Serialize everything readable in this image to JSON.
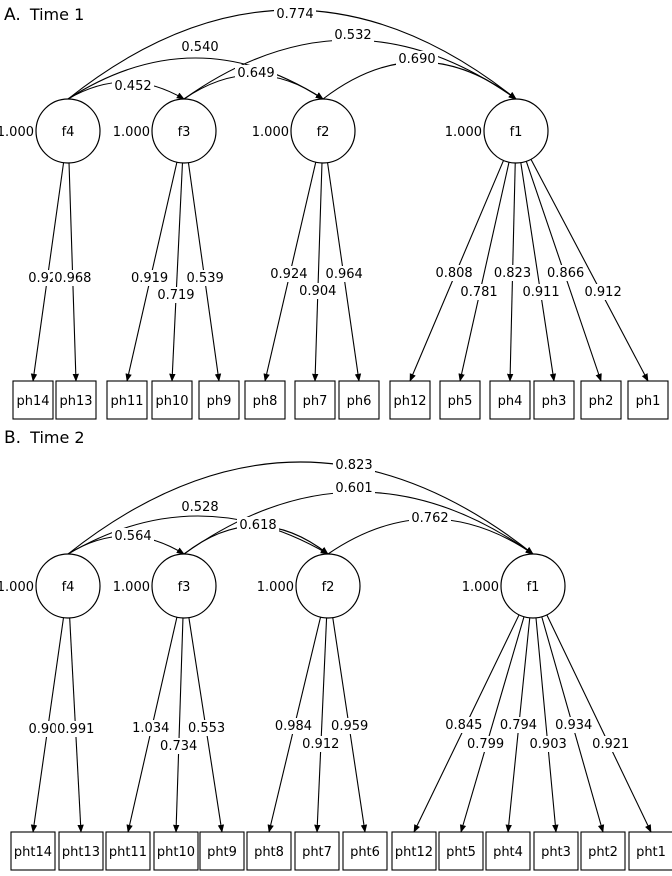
{
  "panels": [
    {
      "letter": "A.",
      "title": "Time 1",
      "latents": [
        {
          "id": "f4",
          "label": "f4",
          "variance": "1.000"
        },
        {
          "id": "f3",
          "label": "f3",
          "variance": "1.000"
        },
        {
          "id": "f2",
          "label": "f2",
          "variance": "1.000"
        },
        {
          "id": "f1",
          "label": "f1",
          "variance": "1.000"
        }
      ],
      "indicators": [
        "ph14",
        "ph13",
        "ph11",
        "ph10",
        "ph9",
        "ph8",
        "ph7",
        "ph6",
        "ph12",
        "ph5",
        "ph4",
        "ph3",
        "ph2",
        "ph1"
      ],
      "loadings": [
        {
          "from": "f4",
          "to": "ph14",
          "value": "0.920"
        },
        {
          "from": "f4",
          "to": "ph13",
          "value": "0.968"
        },
        {
          "from": "f3",
          "to": "ph11",
          "value": "0.919"
        },
        {
          "from": "f3",
          "to": "ph10",
          "value": "0.719"
        },
        {
          "from": "f3",
          "to": "ph9",
          "value": "0.539"
        },
        {
          "from": "f2",
          "to": "ph8",
          "value": "0.924"
        },
        {
          "from": "f2",
          "to": "ph7",
          "value": "0.904"
        },
        {
          "from": "f2",
          "to": "ph6",
          "value": "0.964"
        },
        {
          "from": "f1",
          "to": "ph12",
          "value": "0.808"
        },
        {
          "from": "f1",
          "to": "ph5",
          "value": "0.781"
        },
        {
          "from": "f1",
          "to": "ph4",
          "value": "0.823"
        },
        {
          "from": "f1",
          "to": "ph3",
          "value": "0.911"
        },
        {
          "from": "f1",
          "to": "ph2",
          "value": "0.866"
        },
        {
          "from": "f1",
          "to": "ph1",
          "value": "0.912"
        }
      ],
      "correlations": [
        {
          "a": "f4",
          "b": "f1",
          "value": "0.774"
        },
        {
          "a": "f3",
          "b": "f1",
          "value": "0.532"
        },
        {
          "a": "f4",
          "b": "f2",
          "value": "0.540"
        },
        {
          "a": "f2",
          "b": "f1",
          "value": "0.690"
        },
        {
          "a": "f3",
          "b": "f2",
          "value": "0.649"
        },
        {
          "a": "f4",
          "b": "f3",
          "value": "0.452"
        }
      ]
    },
    {
      "letter": "B.",
      "title": "Time 2",
      "latents": [
        {
          "id": "f4",
          "label": "f4",
          "variance": "1.000"
        },
        {
          "id": "f3",
          "label": "f3",
          "variance": "1.000"
        },
        {
          "id": "f2",
          "label": "f2",
          "variance": "1.000"
        },
        {
          "id": "f1",
          "label": "f1",
          "variance": "1.000"
        }
      ],
      "indicators": [
        "pht14",
        "pht13",
        "pht11",
        "pht10",
        "pht9",
        "pht8",
        "pht7",
        "pht6",
        "pht12",
        "pht5",
        "pht4",
        "pht3",
        "pht2",
        "pht1"
      ],
      "loadings": [
        {
          "from": "f4",
          "to": "pht14",
          "value": "0.900"
        },
        {
          "from": "f4",
          "to": "pht13",
          "value": "0.991"
        },
        {
          "from": "f3",
          "to": "pht11",
          "value": "1.034"
        },
        {
          "from": "f3",
          "to": "pht10",
          "value": "0.734"
        },
        {
          "from": "f3",
          "to": "pht9",
          "value": "0.553"
        },
        {
          "from": "f2",
          "to": "pht8",
          "value": "0.984"
        },
        {
          "from": "f2",
          "to": "pht7",
          "value": "0.912"
        },
        {
          "from": "f2",
          "to": "pht6",
          "value": "0.959"
        },
        {
          "from": "f1",
          "to": "pht12",
          "value": "0.845"
        },
        {
          "from": "f1",
          "to": "pht5",
          "value": "0.799"
        },
        {
          "from": "f1",
          "to": "pht4",
          "value": "0.794"
        },
        {
          "from": "f1",
          "to": "pht3",
          "value": "0.903"
        },
        {
          "from": "f1",
          "to": "pht2",
          "value": "0.934"
        },
        {
          "from": "f1",
          "to": "pht1",
          "value": "0.921"
        }
      ],
      "correlations": [
        {
          "a": "f4",
          "b": "f1",
          "value": "0.823"
        },
        {
          "a": "f3",
          "b": "f1",
          "value": "0.601"
        },
        {
          "a": "f4",
          "b": "f2",
          "value": "0.528"
        },
        {
          "a": "f2",
          "b": "f1",
          "value": "0.762"
        },
        {
          "a": "f3",
          "b": "f2",
          "value": "0.618"
        },
        {
          "a": "f4",
          "b": "f3",
          "value": "0.564"
        }
      ]
    }
  ]
}
